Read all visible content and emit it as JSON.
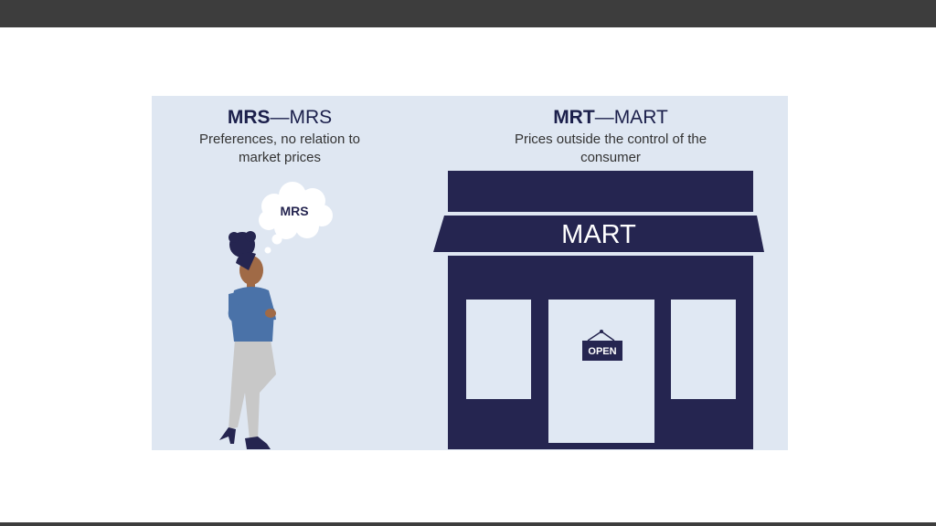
{
  "colors": {
    "navy": "#252550",
    "panel": "#dfe7f2",
    "top_bar": "#3d3d3d",
    "window": "#e0e8f3",
    "shirt": "#4a72a8",
    "pants": "#c8c8c8",
    "skin": "#a06a46"
  },
  "left": {
    "title_bold": "MRS",
    "title_rest": "—MRS",
    "subtitle_line1": "Preferences, no relation to",
    "subtitle_line2": "market prices",
    "thought_bubble": "MRS"
  },
  "right": {
    "title_bold": "MRT",
    "title_rest": "—MART",
    "subtitle_line1": "Prices outside the control of the",
    "subtitle_line2": "consumer",
    "store_sign": "MART",
    "door_sign": "OPEN"
  }
}
